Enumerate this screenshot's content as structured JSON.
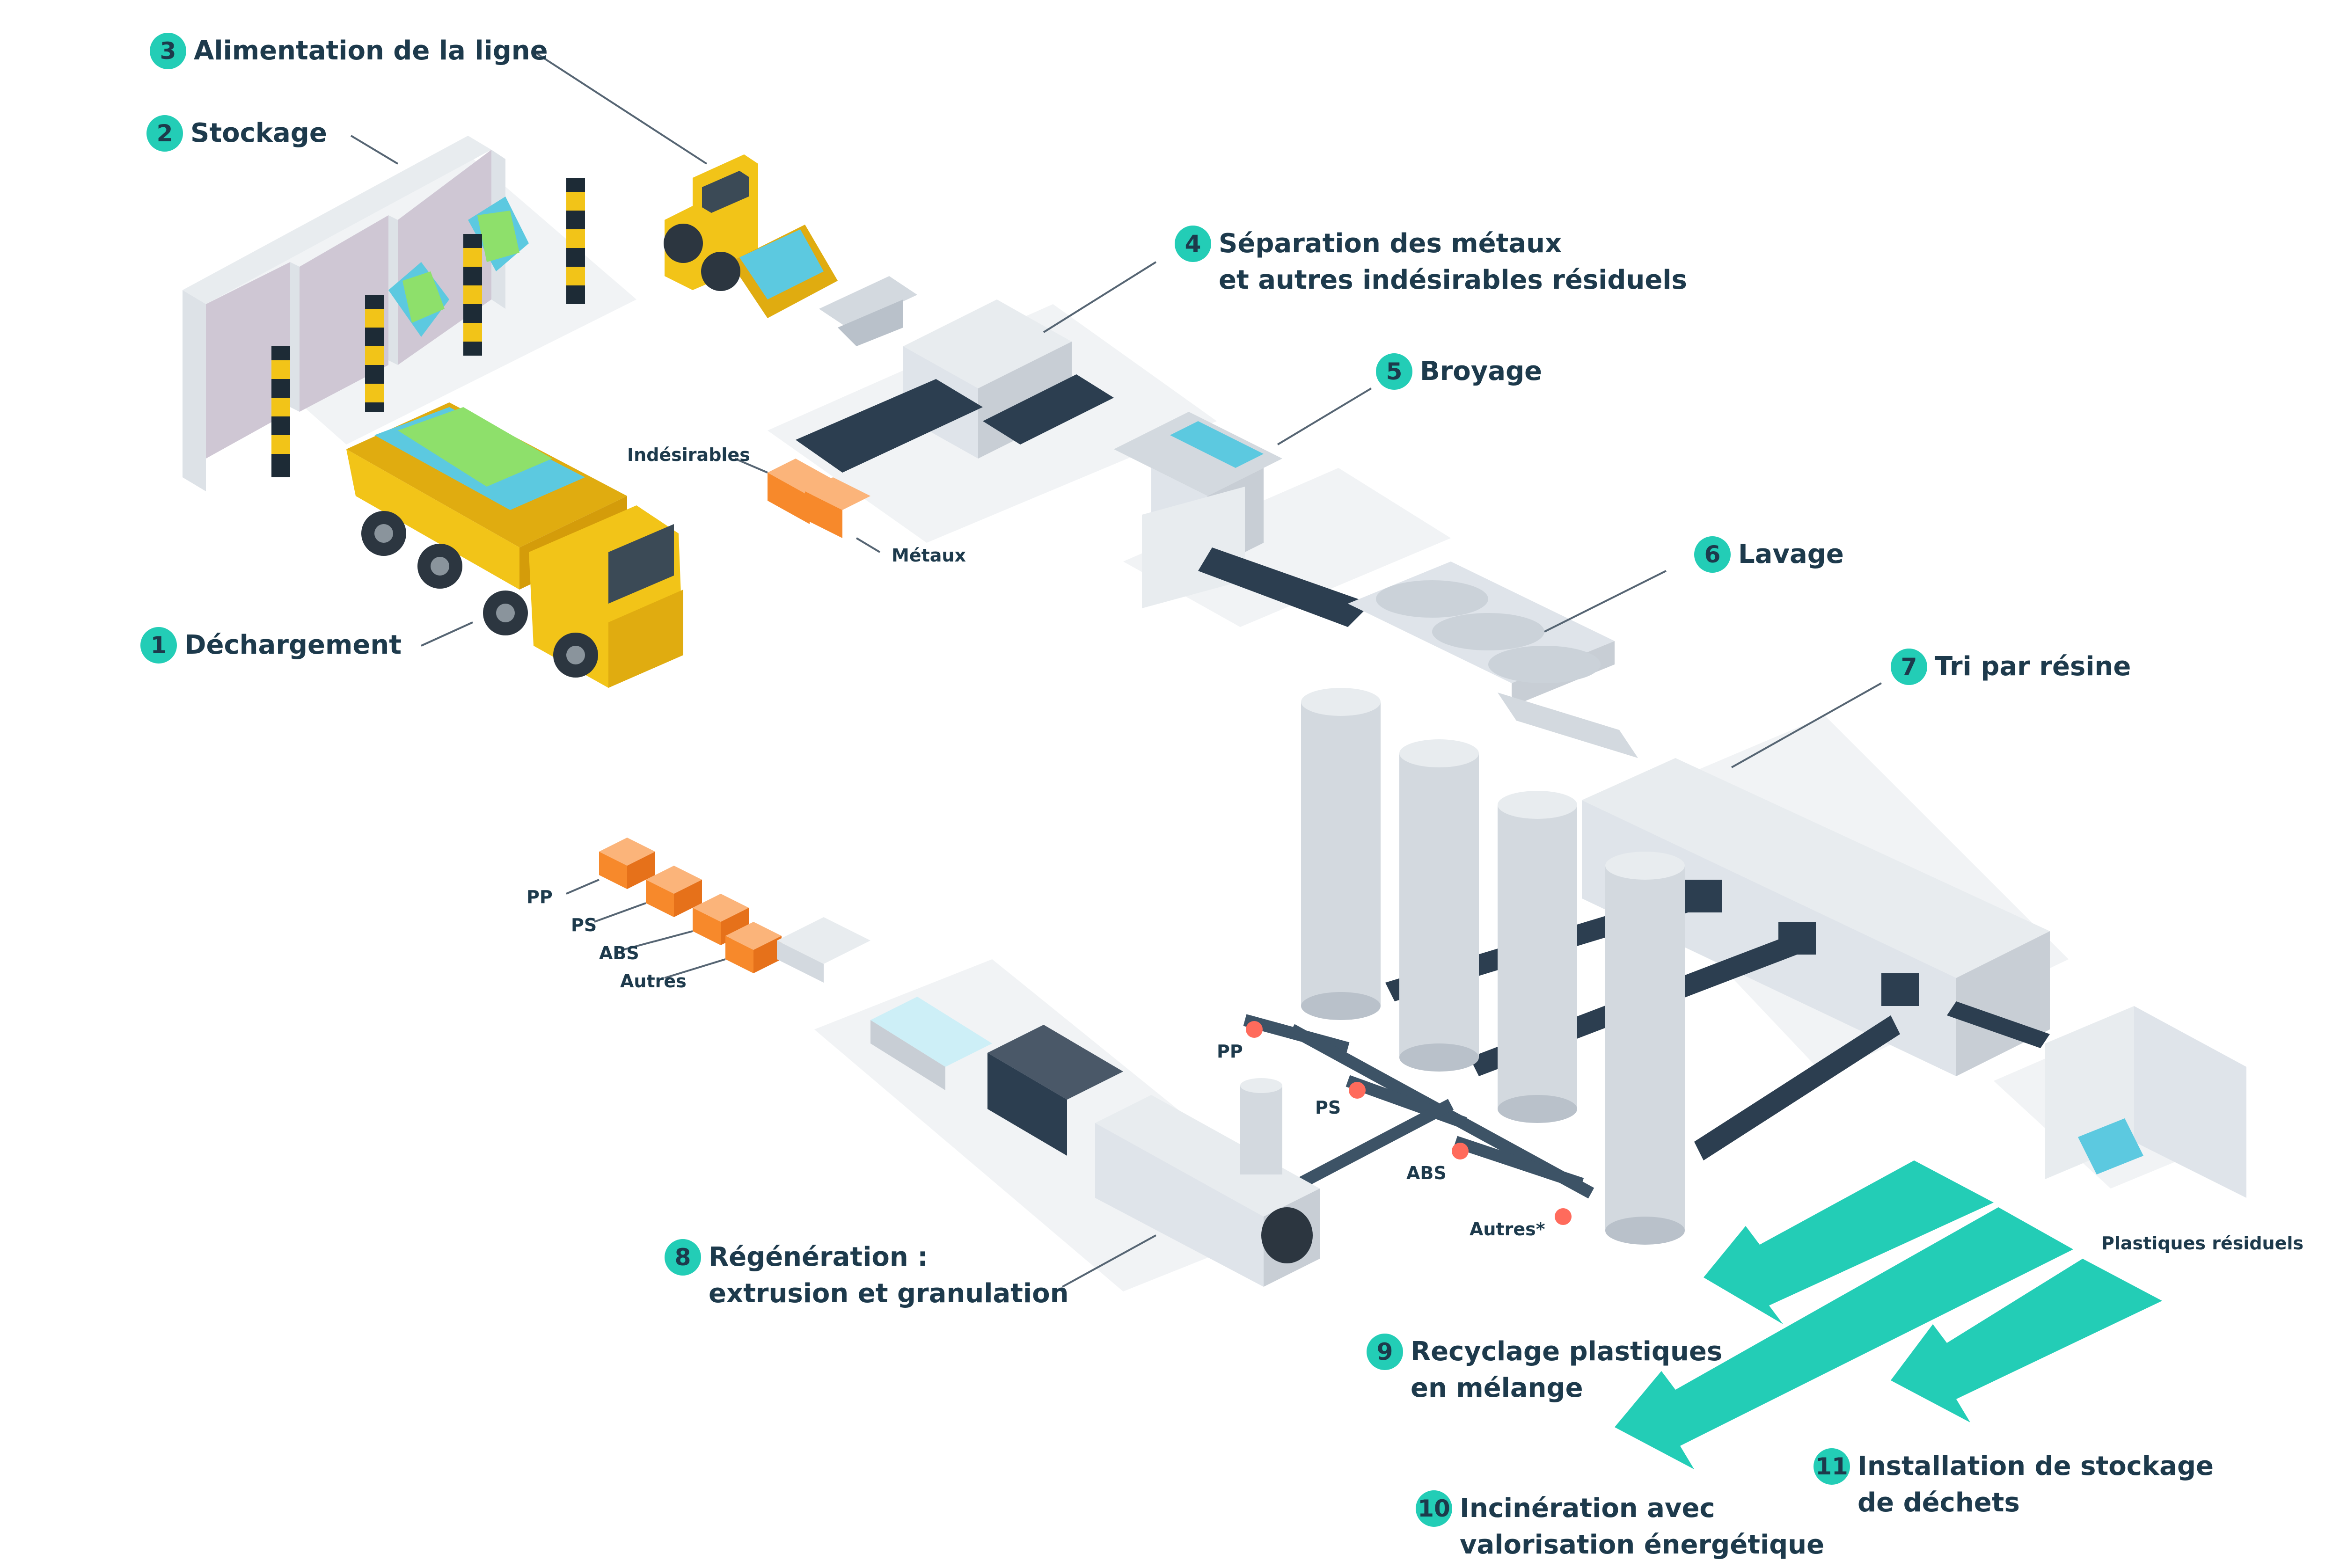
{
  "steps": [
    {
      "num": "1",
      "label": "Déchargement"
    },
    {
      "num": "2",
      "label": "Stockage"
    },
    {
      "num": "3",
      "label": "Alimentation de la ligne"
    },
    {
      "num": "4",
      "label_line1": "Séparation des métaux",
      "label_line2": "et autres indésirables résiduels"
    },
    {
      "num": "5",
      "label": "Broyage"
    },
    {
      "num": "6",
      "label": "Lavage"
    },
    {
      "num": "7",
      "label": "Tri par résine"
    },
    {
      "num": "8",
      "label_line1": "Régénération :",
      "label_line2": "extrusion et granulation"
    },
    {
      "num": "9",
      "label_line1": "Recyclage plastiques",
      "label_line2": "en mélange"
    },
    {
      "num": "10",
      "label_line1": "Incinération avec",
      "label_line2": "valorisation énergétique"
    },
    {
      "num": "11",
      "label_line1": "Installation de stockage",
      "label_line2": "de déchets"
    }
  ],
  "small_labels": {
    "indesirables": "Indésirables",
    "metaux": "Métaux",
    "out_pp": "PP",
    "out_ps": "PS",
    "out_abs": "ABS",
    "out_autres": "Autres",
    "valve_pp": "PP",
    "valve_ps": "PS",
    "valve_abs": "ABS",
    "valve_autres": "Autres*",
    "residuels": "Plastiques résiduels"
  },
  "colors": {
    "accent": "#23cdb6",
    "text": "#1d3a4c",
    "machine": "#dfe4ea",
    "machine_dark": "#b9c1ca",
    "truck": "#f2c418",
    "crate": "#f7892b",
    "conveyor": "#2c3e50"
  }
}
